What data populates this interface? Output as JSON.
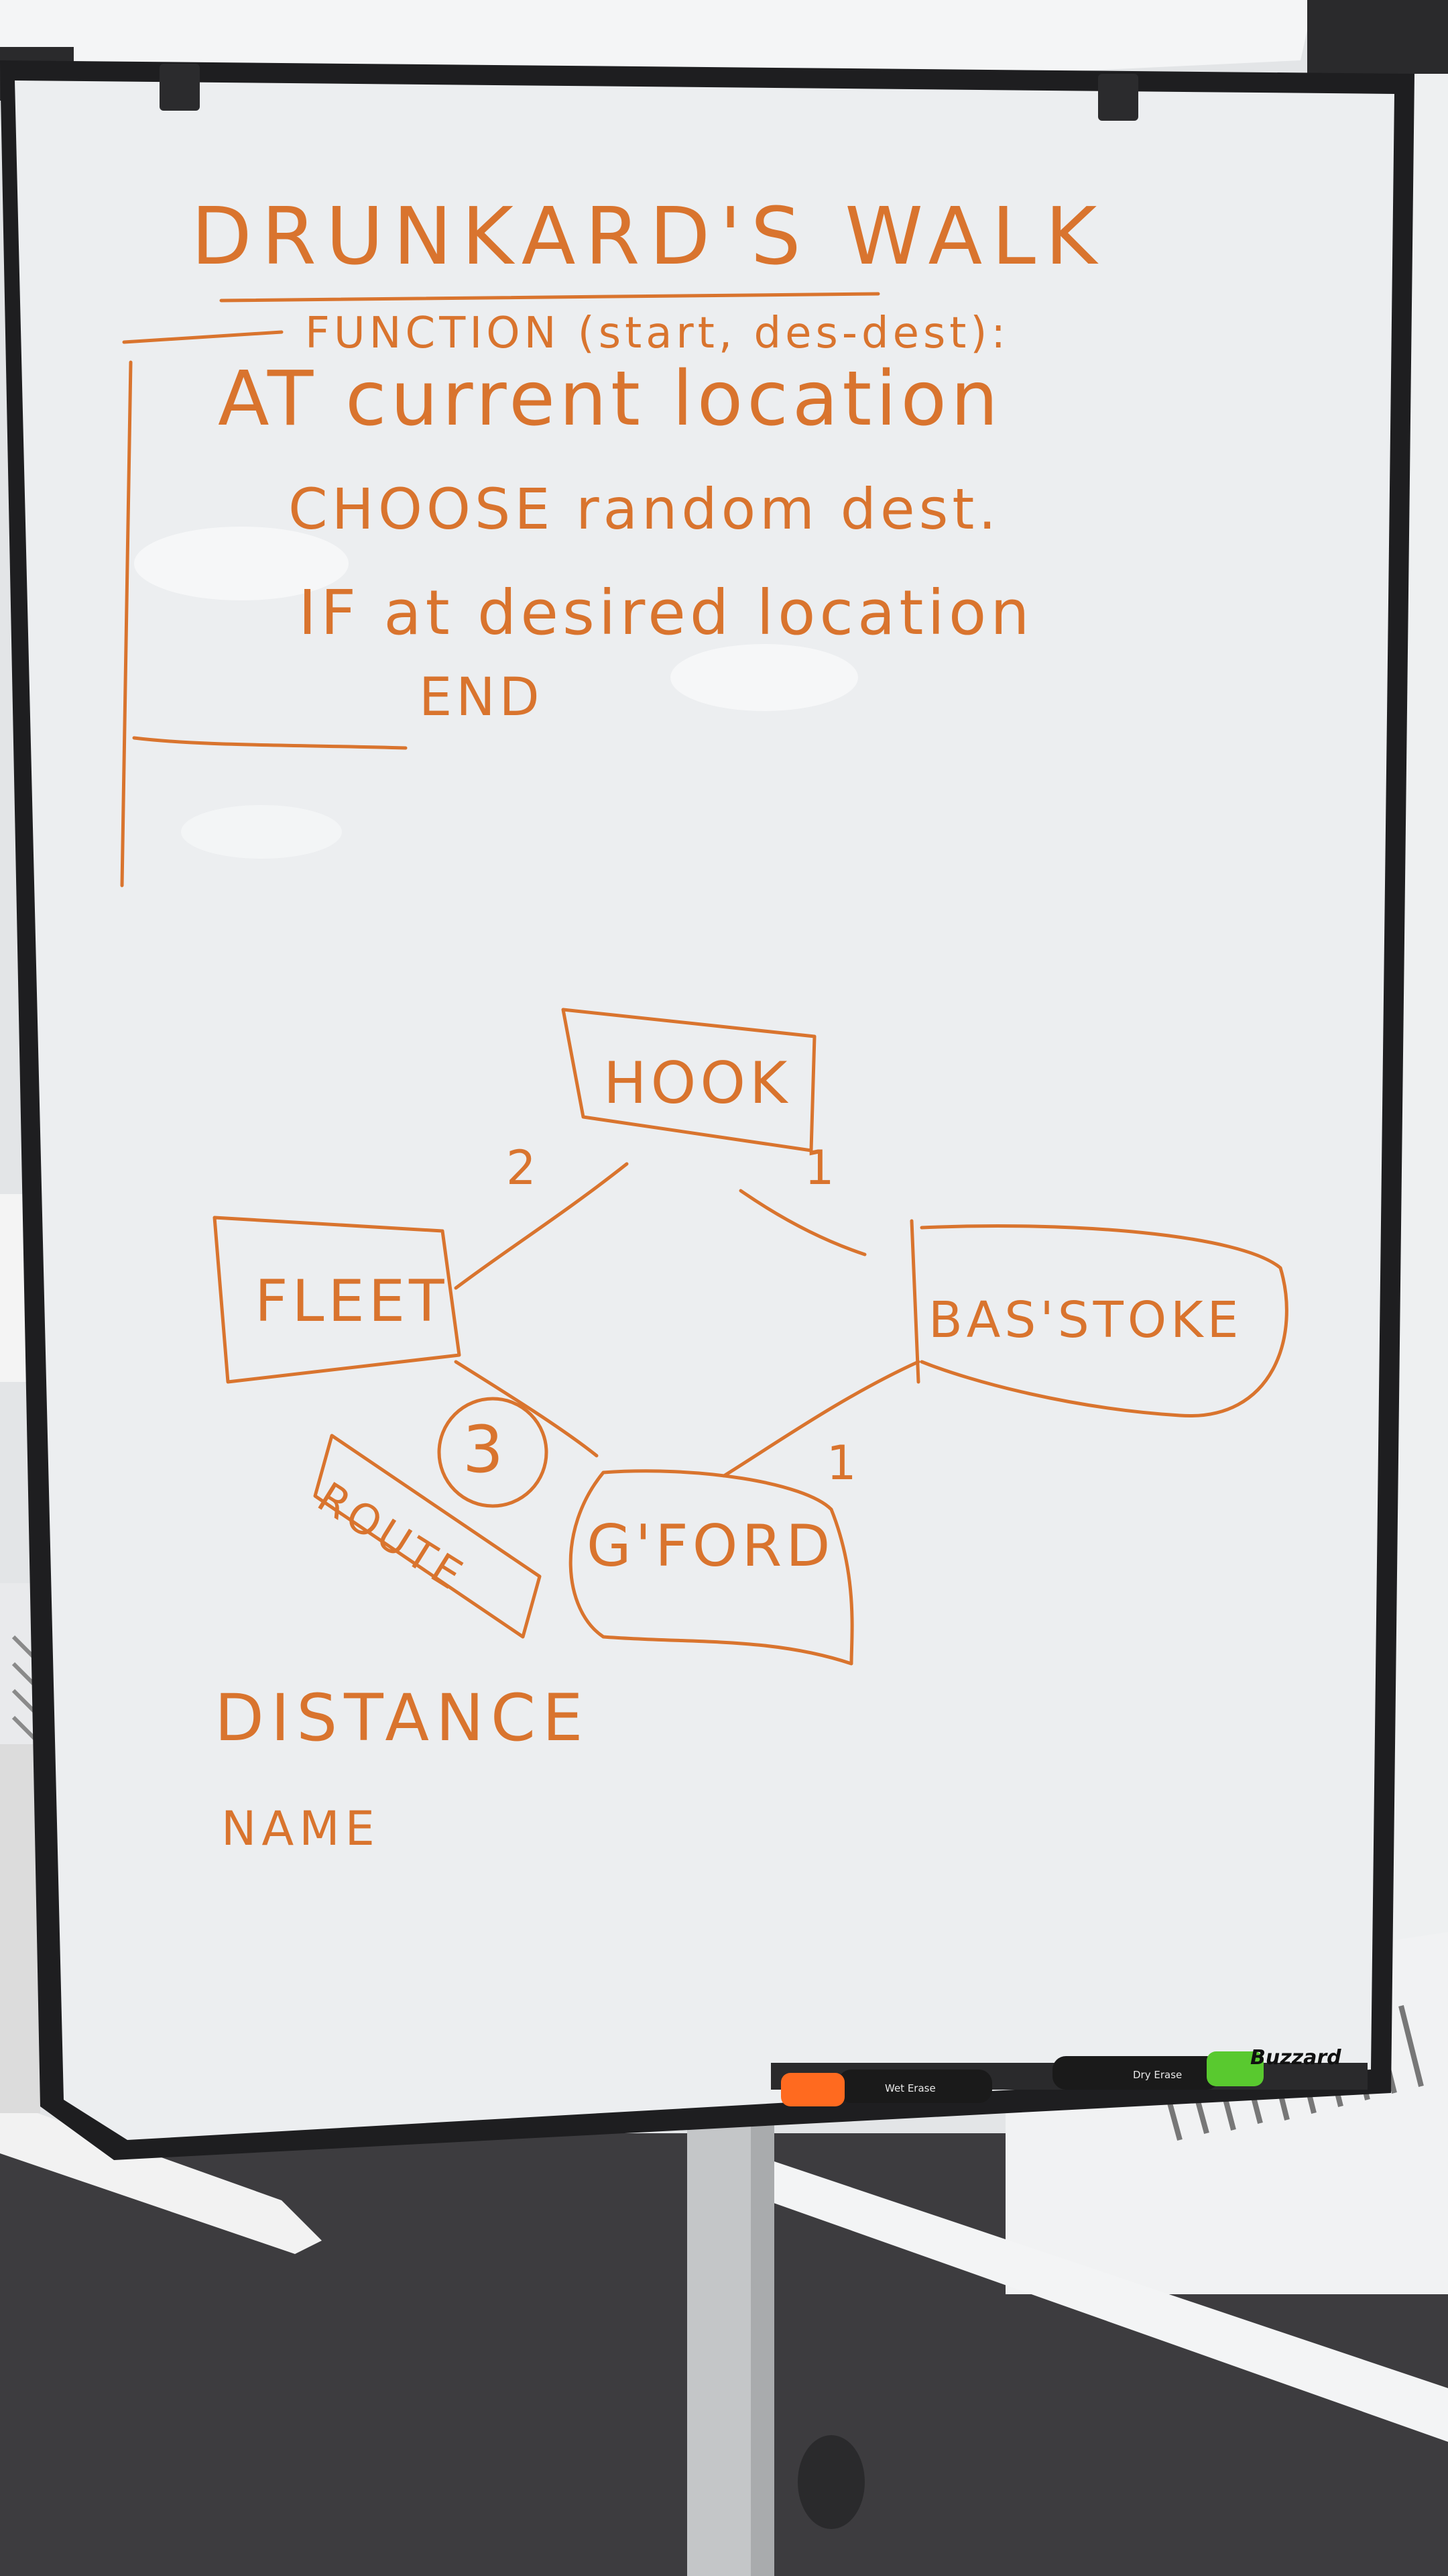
{
  "whiteboard": {
    "title": "DRUNKARD'S WALK",
    "function_line": "FUNCTION (start, des-dest):",
    "lines": [
      "AT current location",
      "CHOOSE random dest.",
      "IF at desired location",
      "END"
    ]
  },
  "graph": {
    "nodes": {
      "hook": "HOOK",
      "fleet": "FLEET",
      "basingstoke": "BAS'STOKE",
      "guildford": "G'FORD"
    },
    "route_label": "ROUTE",
    "edge_weights": {
      "hook_fleet": "2",
      "hook_basingstoke": "1",
      "guildford_basingstoke": "1",
      "fleet_guildford": "3"
    }
  },
  "notes": {
    "distance": "DISTANCE",
    "name": "NAME"
  },
  "brand": "Buzzard",
  "markers": [
    {
      "label": "Wet Erase",
      "cap_color": "#ff6a1f"
    },
    {
      "label": "Dry Erase",
      "cap_color": "#59c92f"
    }
  ],
  "colors": {
    "ink": "#d9742e",
    "board": "#eceef0",
    "frame": "#1c1c1e",
    "wall": "#e7e8ea",
    "floor": "#3b3a3c"
  }
}
